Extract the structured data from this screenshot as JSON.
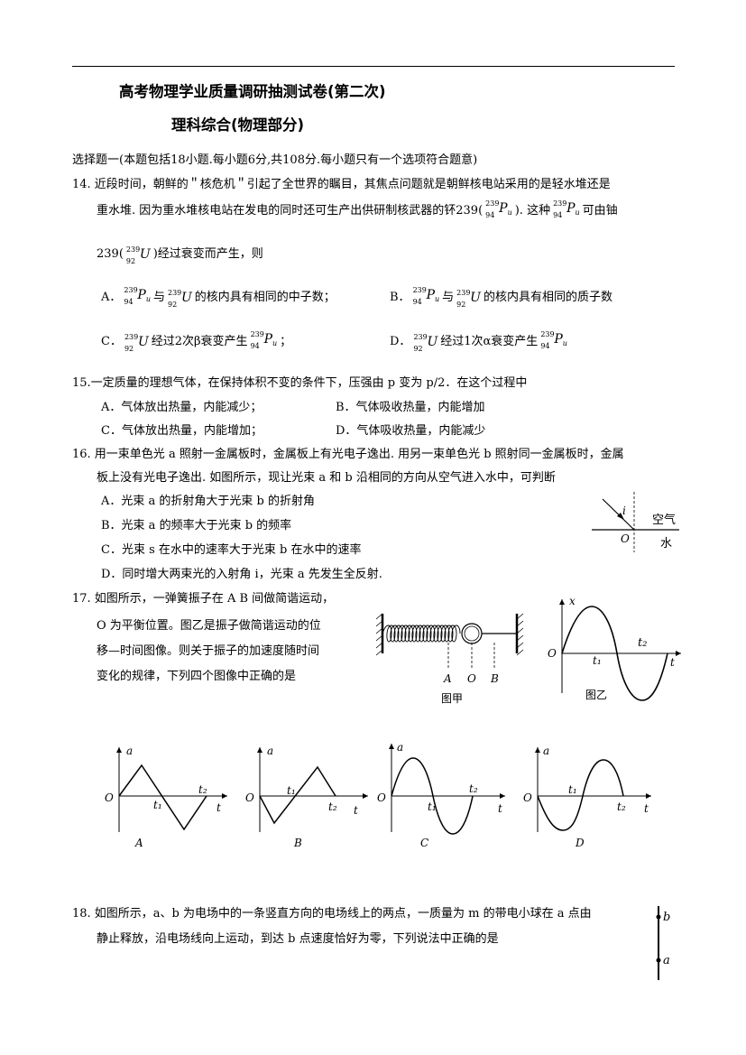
{
  "header": {
    "title": "高考物理学业质量调研抽测试卷(第二次)",
    "subtitle": "理科综合(物理部分)"
  },
  "section": {
    "intro": "选择题一(本题包括18小题.每小题6分,共108分.每小题只有一个选项符合题意)"
  },
  "isotopes": {
    "pu_mass": "239",
    "pu_charge": "94",
    "pu_symbol": "P",
    "pu_sub": "u",
    "u_mass": "239",
    "u_charge": "92",
    "u_symbol": "U"
  },
  "q14": {
    "line1": "14.  近段时间，朝鲜的＂核危机＂引起了全世界的瞩目，其焦点问题就是朝鲜核电站采用的是轻水堆还是",
    "line2_a": "重水堆. 因为重水堆核电站在发电的同时还可生产出供研制核武器的钚239(",
    "line2_b": "). 这种",
    "line2_c": "可由铀",
    "line3_a": "239(",
    "line3_b": ")经过衰变而产生，则",
    "optA_label": "A．",
    "optA_mid": "与",
    "optA_end": "的核内具有相同的中子数；",
    "optB_label": "B．",
    "optB_mid": "与",
    "optB_end": "的核内具有相同的质子数",
    "optC_label": "C．",
    "optC_mid": "经过2次β衰变产生",
    "optC_end": "；",
    "optD_label": "D．",
    "optD_mid": "经过1次α衰变产生"
  },
  "q15": {
    "stem": "15.一定质量的理想气体，在保持体积不变的条件下，压强由 p 变为 p/2．在这个过程中",
    "A": "A．气体放出热量，内能减少；",
    "B": "B．气体吸收热量，内能增加",
    "C": "C．气体放出热量，内能增加；",
    "D": "D．气体吸收热量，内能减少"
  },
  "q16": {
    "line1": "16. 用一束单色光 a 照射一金属板时，金属板上有光电子逸出. 用另一束单色光 b 照射同一金属板时，金属",
    "line2": "板上没有光电子逸出. 如图所示，现让光束 a 和 b 沿相同的方向从空气进入水中，可判断",
    "A": "A．光束 a 的折射角大于光束 b 的折射角",
    "B": "B．光束 a 的频率大于光束 b 的频率",
    "C": "C．光束 s 在水中的速率大于光束 b 在水中的速率",
    "D": "D．同时增大两束光的入射角 i，光束 a 先发生全反射.",
    "fig_i": "i",
    "fig_air": "空气",
    "fig_water": "水",
    "fig_o": "O"
  },
  "q17": {
    "line1": "17.  如图所示，一弹簧振子在 A B 间做简谐运动，",
    "line2": "O 为平衡位置。图乙是振子做简谐运动的位",
    "line3": "移—时间图像。则关于振子的加速度随时间",
    "line4": "变化的规律，下列四个图像中正确的是",
    "figA_A": "A",
    "figA_O": "O",
    "figA_B": "B",
    "figA_caption": "图甲",
    "figB_x": "x",
    "figB_O": "O",
    "figB_t1": "t₁",
    "figB_t2": "t₂",
    "figB_t": "t",
    "figB_caption": "图乙",
    "opt_a": "a",
    "opt_O": "O",
    "opt_t1": "t₁",
    "opt_t2": "t₂",
    "opt_t": "t",
    "opt_labels": [
      "A",
      "B",
      "C",
      "D"
    ]
  },
  "q18": {
    "line1": "18.  如图所示，a、b 为电场中的一条竖直方向的电场线上的两点，一质量为 m 的带电小球在 a 点由",
    "line2": "静止释放，沿电场线向上运动，到达 b 点速度恰好为零，下列说法中正确的是",
    "fig_a": "a",
    "fig_b": "b"
  }
}
